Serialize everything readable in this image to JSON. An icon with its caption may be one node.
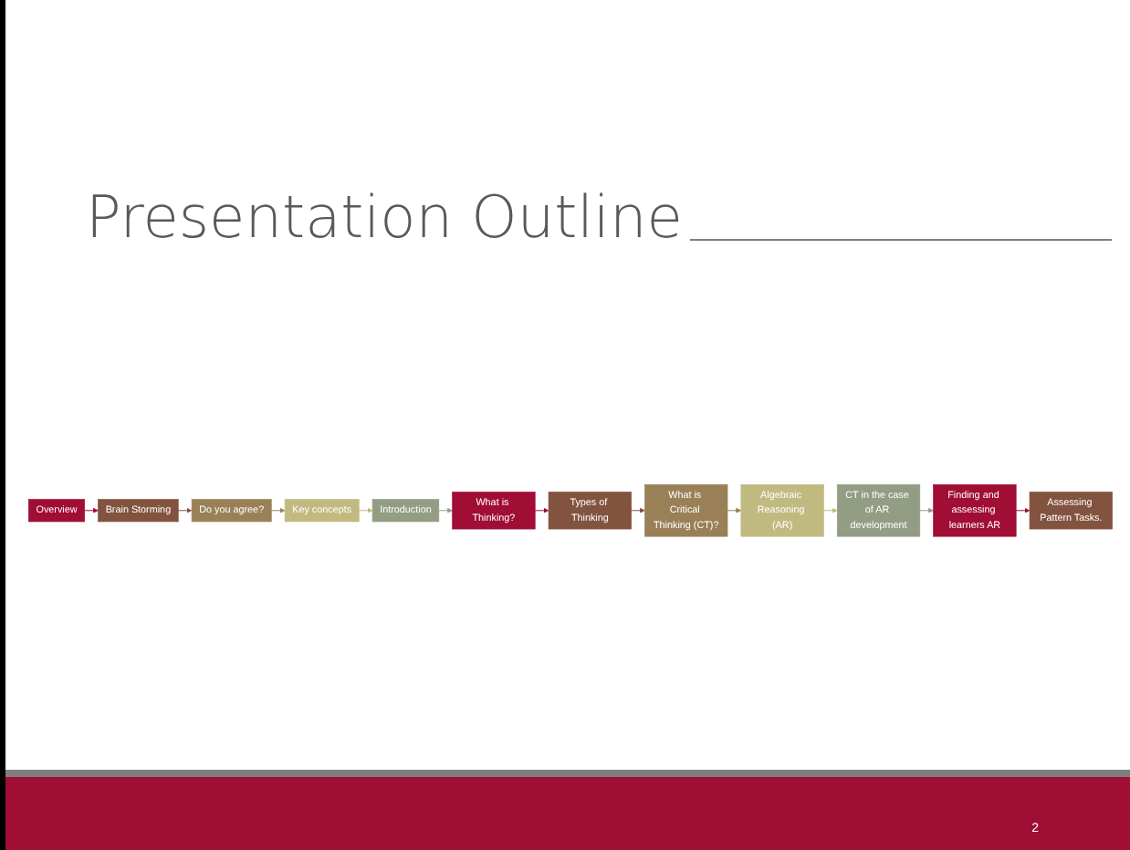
{
  "diagram": {
    "title": "Presentation Outline",
    "nodes": [
      {
        "text": [
          "Overview"
        ]
      },
      {
        "text": [
          "Brain Storming"
        ]
      },
      {
        "text": [
          "Do you agree?"
        ]
      },
      {
        "text": [
          "Key concepts"
        ]
      },
      {
        "text": [
          "Introduction"
        ]
      },
      {
        "text": [
          "What is Thinking?"
        ]
      },
      {
        "text": [
          "Types of Thinking"
        ]
      },
      {
        "text": [
          "What is Critical Thinking (CT)?"
        ]
      },
      {
        "text": [
          "Algebraic Reasoning (AR)"
        ]
      },
      {
        "text": [
          "CT in the case of AR development"
        ]
      },
      {
        "text": [
          "Finding and assessing learners AR"
        ]
      },
      {
        "text": [
          "Assessing Pattern Tasks."
        ]
      }
    ],
    "edges": [
      {
        "from": 0,
        "to": 1,
        "arrow": "to",
        "color": "#a00d35"
      },
      {
        "from": 1,
        "to": 2,
        "arrow": "to",
        "color": "#82533e"
      },
      {
        "from": 2,
        "to": 3,
        "arrow": "to",
        "color": "#9a8057"
      },
      {
        "from": 3,
        "to": 4,
        "arrow": "to",
        "color": "#c0ba80"
      },
      {
        "from": 4,
        "to": 5,
        "arrow": "to",
        "color": "#939d84"
      },
      {
        "from": 5,
        "to": 6,
        "arrow": "to",
        "color": "#a00d35"
      },
      {
        "from": 6,
        "to": 7,
        "arrow": "to",
        "color": "#82533e"
      },
      {
        "from": 7,
        "to": 8,
        "arrow": "to",
        "color": "#9a8057"
      },
      {
        "from": 8,
        "to": 9,
        "arrow": "to",
        "color": "#c0ba80"
      },
      {
        "from": 9,
        "to": 10,
        "arrow": "to",
        "color": "#939d84"
      },
      {
        "from": 10,
        "to": 11,
        "arrow": "to",
        "color": "#a00d35"
      }
    ],
    "labels": [
      "2"
    ]
  }
}
